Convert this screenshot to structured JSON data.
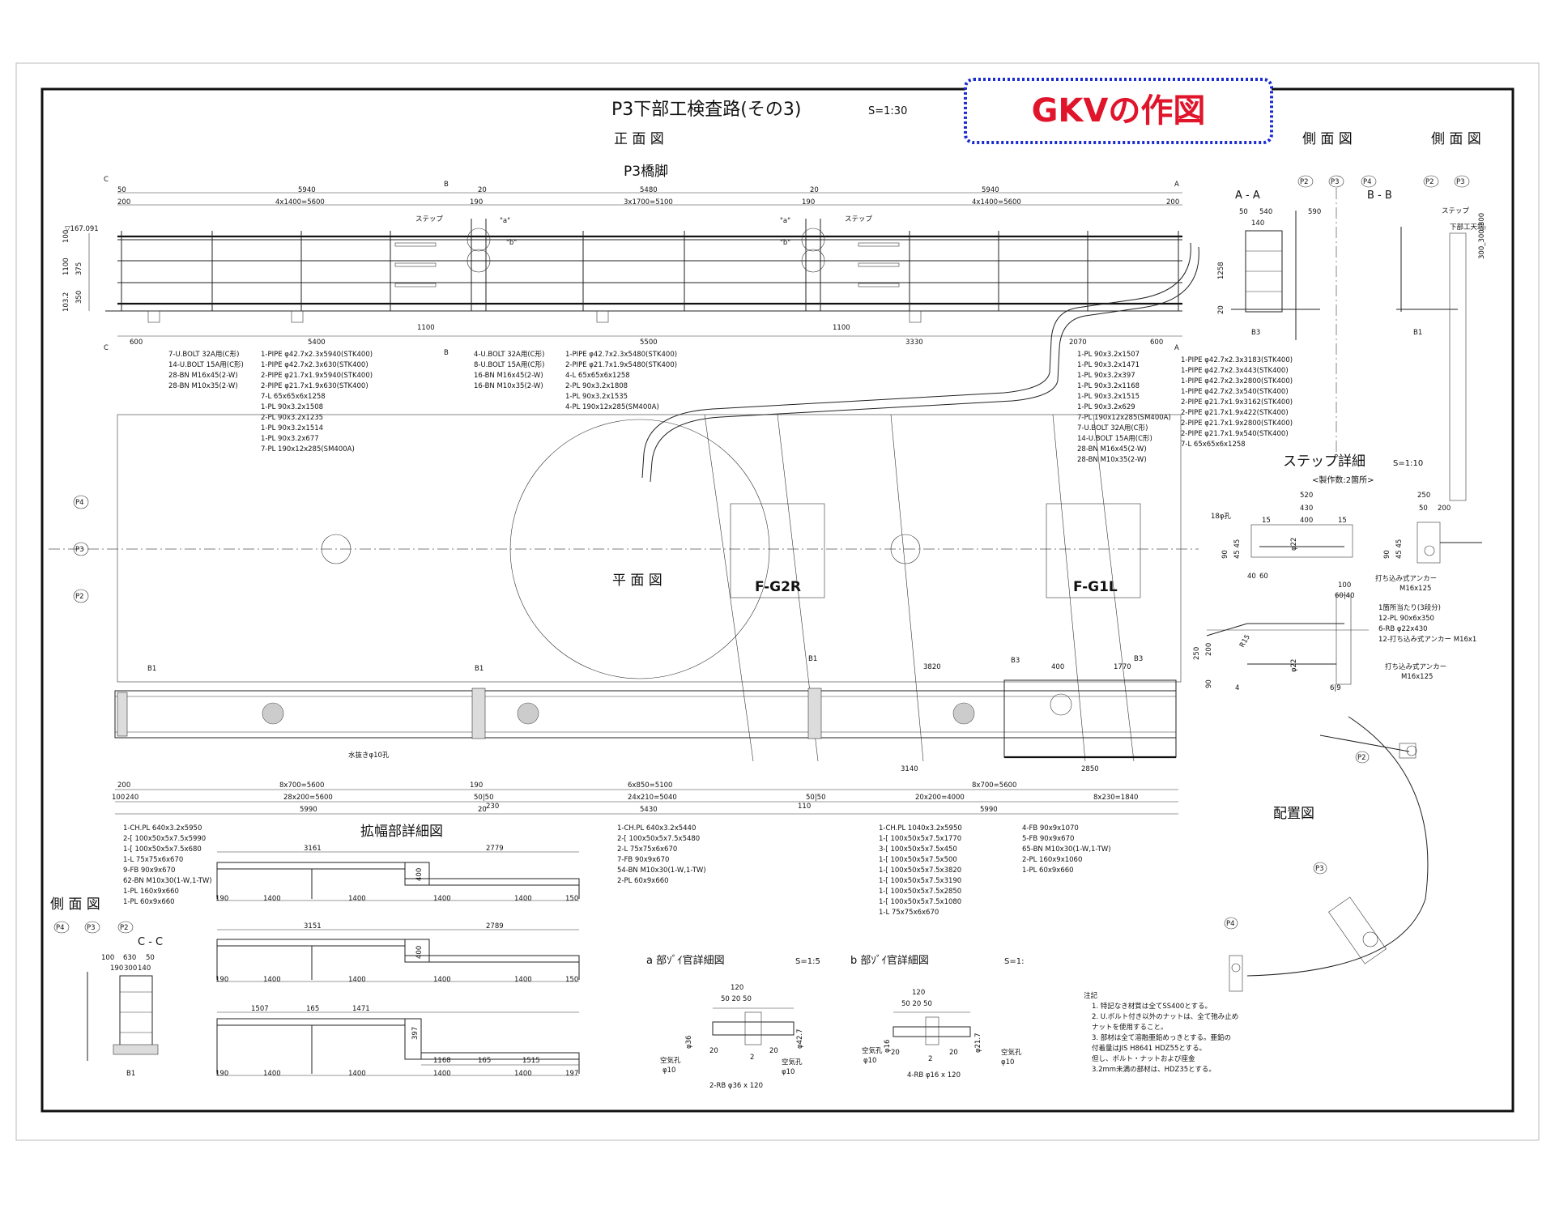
{
  "banner": {
    "text": "GKVの作図",
    "color": "#e0142a",
    "border_color": "#1a2bd0"
  },
  "title": {
    "main": "P3下部工検査路(その3)",
    "scale": "S=1:30"
  },
  "views": {
    "front": "正 面 図",
    "pier": "P3橋脚",
    "plan": "平 面 図",
    "side1": "側 面 図",
    "side2": "側 面 図",
    "side3": "側 面 図",
    "widen": "拡幅部詳細図",
    "layout": "配置図",
    "section_aa": "A - A",
    "section_bb": "B - B",
    "section_cc": "C - C",
    "step_title": "ステップ詳細",
    "step_scale": "S=1:10",
    "step_note": "<製作数:2箇所>",
    "detail_a": "a 部ｿﾞｲ官詳細図",
    "detail_a_scale": "S=1:5",
    "detail_b": "b 部ｿﾞｲ官詳細図",
    "detail_b_scale": "S=1:"
  },
  "footings": {
    "left": "F-G2R",
    "right": "F-G1L"
  },
  "piers": [
    "P4",
    "P3",
    "P2"
  ],
  "top_dims": {
    "d1": "5940",
    "d2": "5480",
    "d3": "5940",
    "sub1": "4x1400=5600",
    "sub2": "3x1700=5100",
    "sub3": "4x1400=5600",
    "e1": "50",
    "e2": "200",
    "e3": "20",
    "e4": "190",
    "e5": "190",
    "e6": "200",
    "step": "ステップ",
    "step2": "ステップ",
    "bottom1": "5400",
    "bottom2": "5500",
    "bottom3": "3330",
    "bottom4": "2070",
    "l600": "600",
    "r600": "600",
    "s1100a": "1100",
    "s1100b": "1100",
    "level": "▽167.091",
    "h100": "100",
    "h1100": "1100",
    "h375": "375",
    "h350": "350",
    "h103": "103.2"
  },
  "bom": {
    "col1a": [
      "7-U.BOLT  32A用(C形)",
      "14-U.BOLT  15A用(C形)",
      "28-BN  M16x45(2-W)",
      "28-BN  M10x35(2-W)"
    ],
    "col1b": [
      "1-PIPE  φ42.7x2.3x5940(STK400)",
      "1-PIPE  φ42.7x2.3x630(STK400)",
      "2-PIPE  φ21.7x1.9x5940(STK400)",
      "2-PIPE  φ21.7x1.9x630(STK400)",
      "7-L  65x65x6x1258",
      "1-PL  90x3.2x1508",
      "2-PL  90x3.2x1235",
      "1-PL  90x3.2x1514",
      "1-PL  90x3.2x677",
      "7-PL  190x12x285(SM400A)"
    ],
    "col2a": [
      "4-U.BOLT  32A用(C形)",
      "8-U.BOLT  15A用(C形)",
      "16-BN  M16x45(2-W)",
      "16-BN  M10x35(2-W)"
    ],
    "col2b": [
      "1-PIPE  φ42.7x2.3x5480(STK400)",
      "2-PIPE  φ21.7x1.9x5480(STK400)",
      "4-L  65x65x6x1258",
      "2-PL  90x3.2x1808",
      "1-PL  90x3.2x1535",
      "4-PL  190x12x285(SM400A)"
    ],
    "col3": [
      "1-PL  90x3.2x1507",
      "1-PL  90x3.2x1471",
      "1-PL  90x3.2x397",
      "1-PL  90x3.2x1168",
      "1-PL  90x3.2x1515",
      "1-PL  90x3.2x629",
      "7-PL  190x12x285(SM400A)",
      "7-U.BOLT  32A用(C形)",
      "14-U.BOLT  15A用(C形)",
      "28-BN  M16x45(2-W)",
      "28-BN  M10x35(2-W)"
    ],
    "col4": [
      "1-PIPE  φ42.7x2.3x3183(STK400)",
      "1-PIPE  φ42.7x2.3x443(STK400)",
      "1-PIPE  φ42.7x2.3x2800(STK400)",
      "1-PIPE  φ42.7x2.3x540(STK400)",
      "2-PIPE  φ21.7x1.9x3162(STK400)",
      "2-PIPE  φ21.7x1.9x422(STK400)",
      "2-PIPE  φ21.7x1.9x2800(STK400)",
      "2-PIPE  φ21.7x1.9x540(STK400)",
      "7-L  65x65x6x1258"
    ]
  },
  "bottom_bom": {
    "b1": [
      "1-CH.PL  640x3.2x5950",
      "2-[  100x50x5x7.5x5990",
      "1-[  100x50x5x7.5x680",
      "1-L  75x75x6x670",
      "9-FB  90x9x670",
      "62-BN  M10x30(1-W,1-TW)",
      "1-PL  160x9x660",
      "1-PL  60x9x660"
    ],
    "b2": [
      "1-CH.PL  640x3.2x5440",
      "2-[  100x50x5x7.5x5480",
      "2-L  75x75x6x670",
      "7-FB  90x9x670",
      "54-BN  M10x30(1-W,1-TW)",
      "2-PL  60x9x660"
    ],
    "b3": [
      "1-CH.PL  1040x3.2x5950",
      "1-[  100x50x5x7.5x1770",
      "3-[  100x50x5x7.5x450",
      "1-[  100x50x5x7.5x500",
      "1-[  100x50x5x7.5x3820",
      "1-[  100x50x5x7.5x3190",
      "1-[  100x50x5x7.5x2850",
      "1-[  100x50x5x7.5x1080",
      "1-L  75x75x6x670"
    ],
    "b4": [
      "4-FB  90x9x1070",
      "5-FB  90x9x670",
      "65-BN  M10x30(1-W,1-TW)",
      "2-PL  160x9x1060",
      "1-PL  60x9x660"
    ]
  },
  "plan_dims": {
    "p1": "8x700=5600",
    "p2": "6x850=5100",
    "p3": "8x700=5600",
    "q1": "28x200=5600",
    "q2": "24x210=5040",
    "q3": "20x200=4000",
    "q4": "8x230=1840",
    "r1": "5990",
    "r2": "5430",
    "r3": "5990",
    "s3140": "3140",
    "s2850": "2850",
    "s3820": "3820",
    "s400": "400",
    "s1770": "1770",
    "drain": "水抜きφ10孔",
    "a200": "200",
    "a100": "100",
    "a240": "240",
    "a190": "190",
    "a5050": "50|50",
    "a20": "20",
    "a230": "230",
    "a110": "110"
  },
  "widen_dims": {
    "w1": "3161",
    "w2": "2779",
    "w3": "3151",
    "w4": "2789",
    "w5": "1507",
    "w6": "165",
    "w7": "1471",
    "seg": "1400",
    "e190": "190",
    "e150": "150",
    "e197": "197",
    "v400": "400",
    "v397": "397",
    "u1168": "1168",
    "u165": "165",
    "u1515": "1515"
  },
  "aa_dims": {
    "d50": "50",
    "d540": "540",
    "d590": "590",
    "d140": "140",
    "d1258": "1258",
    "d20": "20"
  },
  "bb_labels": {
    "step": "ステップ",
    "top": "下部工天端",
    "v300": "300_300_300"
  },
  "cc_dims": {
    "d100": "100",
    "d630": "630",
    "d50": "50",
    "d190": "190",
    "d300": "300",
    "d140": "140"
  },
  "step_dims": {
    "d520": "520",
    "d430": "430",
    "d400": "400",
    "d15a": "15",
    "d15b": "15",
    "hole": "18φ孔",
    "d250": "250",
    "d50": "50",
    "d200": "200",
    "d90": "90",
    "d45": "45 45",
    "d40": "40",
    "d60": "60",
    "d22": "φ22",
    "d22b": "φ22",
    "d100": "100",
    "d6040": "60|40",
    "r15": "R15",
    "anchor1": "打ち込み式アンカー",
    "anchor1b": "M16x125",
    "list1": "1箇所当たり(3段分)",
    "list2": "12-PL  90x6x350",
    "list3": "6-RB  φ22x430",
    "list4": "12-打ち込み式アンカー  M16x1",
    "anchor2": "打ち込み式アンカー",
    "anchor2b": "M16x125",
    "v250": "250",
    "v200": "200",
    "v90": "90",
    "d4": "4",
    "d69": "6|9"
  },
  "detail_a_dims": {
    "d120": "120",
    "d50": "50 20 50",
    "phi36": "φ36",
    "phi42": "φ42.7",
    "d20": "20",
    "d2": "2",
    "d20b": "20",
    "air": "空気孔",
    "air2": "φ10",
    "air3": "空気孔",
    "air4": "φ10",
    "rb": "2-RB  φ36 x 120"
  },
  "detail_b_dims": {
    "d120": "120",
    "d50": "50 20 50",
    "phi16": "φ16",
    "phi21": "φ21.7",
    "d20": "20",
    "d2": "2",
    "d20b": "20",
    "air": "空気孔",
    "air2": "φ10",
    "air3": "空気孔",
    "air4": "φ10",
    "rb": "4-RB  φ16 x 120"
  },
  "notes": {
    "head": "注記",
    "lines": [
      "1.  特記なき材質は全てSS400とする。",
      "2.  U.ボルト付き以外のナットは、全て弛み止め",
      "     ナットを使用すること。",
      "3.  部材は全て溶融亜鉛めっきとする。亜鉛の",
      "     付着量はJIS H8641 HDZ55とする。",
      "     但し、ボルト・ナットおよび座金",
      "     3.2mm未満の部材は、HDZ35とする。"
    ]
  },
  "marks": {
    "A": "A",
    "B": "B",
    "C": "C",
    "B1": "B1",
    "B3": "B3",
    "a": "\"a\"",
    "b": "\"b\""
  }
}
